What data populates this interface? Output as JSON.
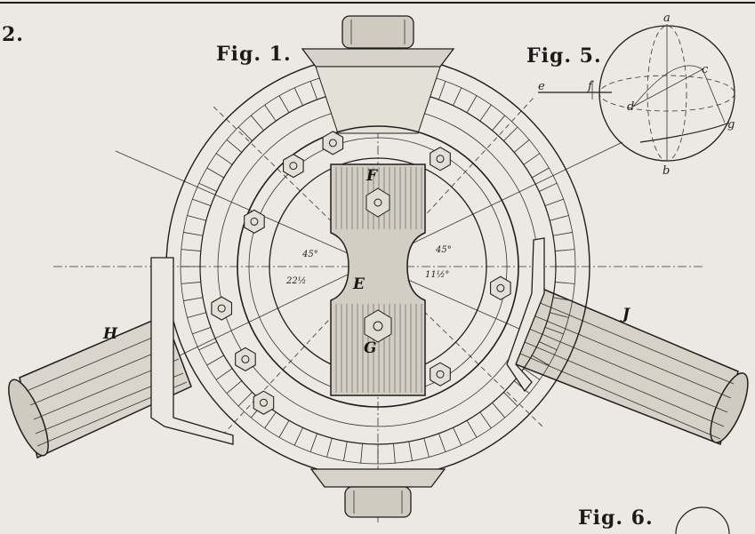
{
  "page_number": "2.",
  "figures": {
    "fig1_title": "Fig. 1.",
    "fig5_title": "Fig. 5.",
    "fig6_title": "Fig. 6."
  },
  "fig1_labels": {
    "F": "F",
    "E": "E",
    "G": "G",
    "H": "H",
    "J": "J",
    "angle_left_top": "45°",
    "angle_left_bottom": "22½",
    "angle_right_top": "45°",
    "angle_right_bottom": "11½°"
  },
  "fig5_labels": {
    "a": "a",
    "b": "b",
    "c": "c",
    "d": "d",
    "e": "e",
    "f": "f",
    "g": "g"
  },
  "colors": {
    "paper": "#ece9e2",
    "ink": "#1e1e1e"
  }
}
